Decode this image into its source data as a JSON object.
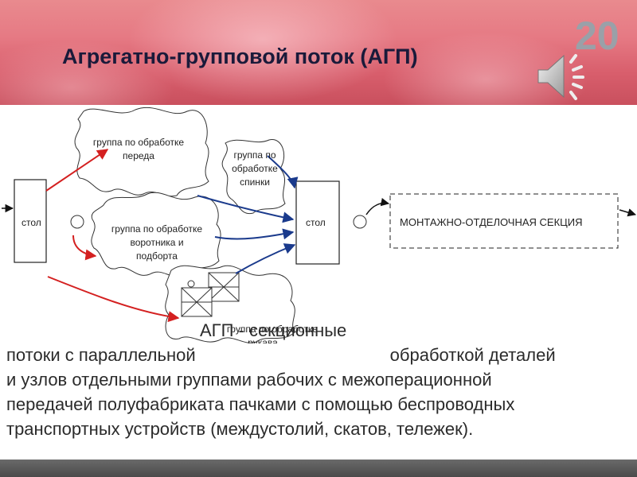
{
  "slide": {
    "title": "Агрегатно-групповой поток (АГП)",
    "number": "20"
  },
  "diagram": {
    "table_left": "стол",
    "table_right": "стол",
    "group_front": [
      "группа по обработке",
      "переда"
    ],
    "group_back": [
      "группа по",
      "обработке",
      "спинки"
    ],
    "group_collar": [
      "группа по обработке",
      "воротника и",
      "подборта"
    ],
    "group_sleeve": [
      "группа по обработке",
      "рукава"
    ],
    "section": "МОНТАЖНО-ОТДЕЛОЧНАЯ СЕКЦИЯ"
  },
  "text": {
    "line1": "АГП - секционные",
    "line2a": "потоки с параллельной",
    "line2b": "обработкой деталей",
    "line3": "и узлов отдельными группами рабочих с межоперационной",
    "line4": "передачей полуфабриката пачками с помощью беспроводных",
    "line5": "транспортных устройств (междустолий, скатов, тележек)."
  },
  "colors": {
    "header": "#e67a84",
    "red_arrow": "#d42020",
    "blue_arrow": "#1a3a8c"
  },
  "icons": [
    "speaker-icon"
  ]
}
